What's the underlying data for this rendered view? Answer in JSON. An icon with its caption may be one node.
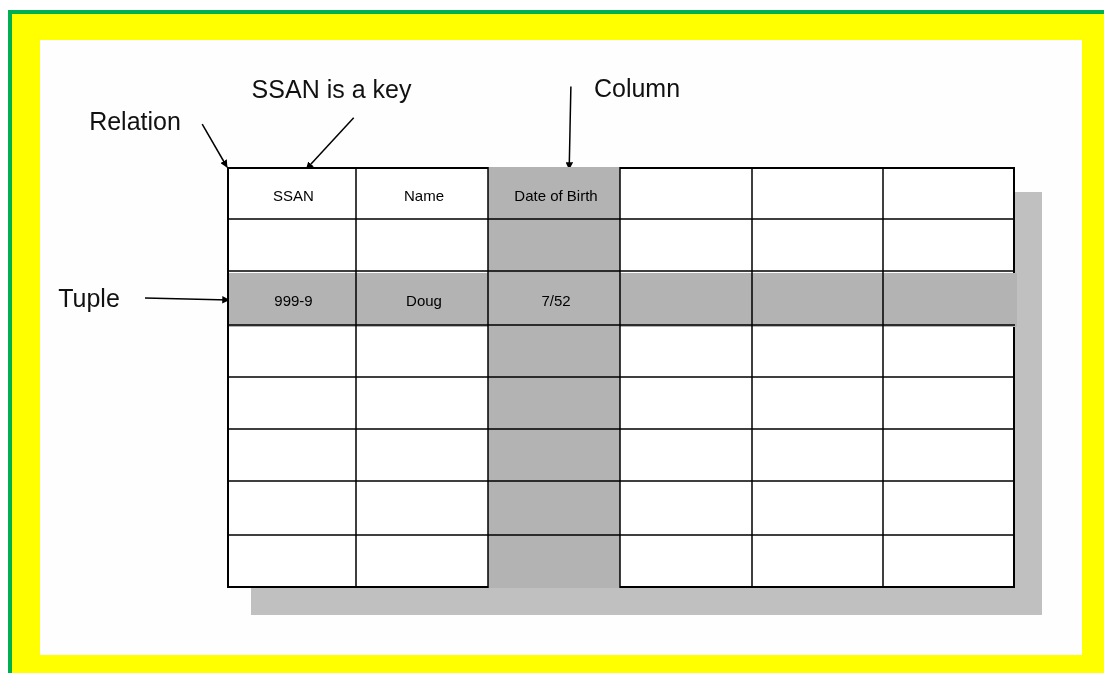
{
  "diagram": {
    "nodes": [
      {
        "text": [
          "Relation"
        ]
      },
      {
        "text": [
          "SSAN is a key"
        ]
      },
      {
        "text": [
          "Column"
        ]
      },
      {
        "text": [
          "Tuple"
        ]
      },
      {
        "text": [],
        "shape": "box"
      },
      {
        "text": [
          "SSAN"
        ],
        "in": 4
      },
      {
        "text": [
          "Name"
        ],
        "in": 4
      },
      {
        "text": [
          "Date of Birth"
        ],
        "in": 4
      },
      {
        "text": [],
        "shape": "bar",
        "in": 4
      },
      {
        "text": [
          "999-9"
        ],
        "in": 8
      },
      {
        "text": [
          "Doug"
        ],
        "in": 8
      },
      {
        "text": [
          "7/52"
        ],
        "in": 8
      }
    ],
    "edges": [
      {
        "from": 0,
        "to": 4,
        "arrow": "to"
      },
      {
        "from": 1,
        "to": 5,
        "arrow": "to"
      },
      {
        "from": 2,
        "to": 7,
        "arrow": "to"
      },
      {
        "from": 3,
        "to": 8,
        "arrow": "to"
      }
    ]
  }
}
